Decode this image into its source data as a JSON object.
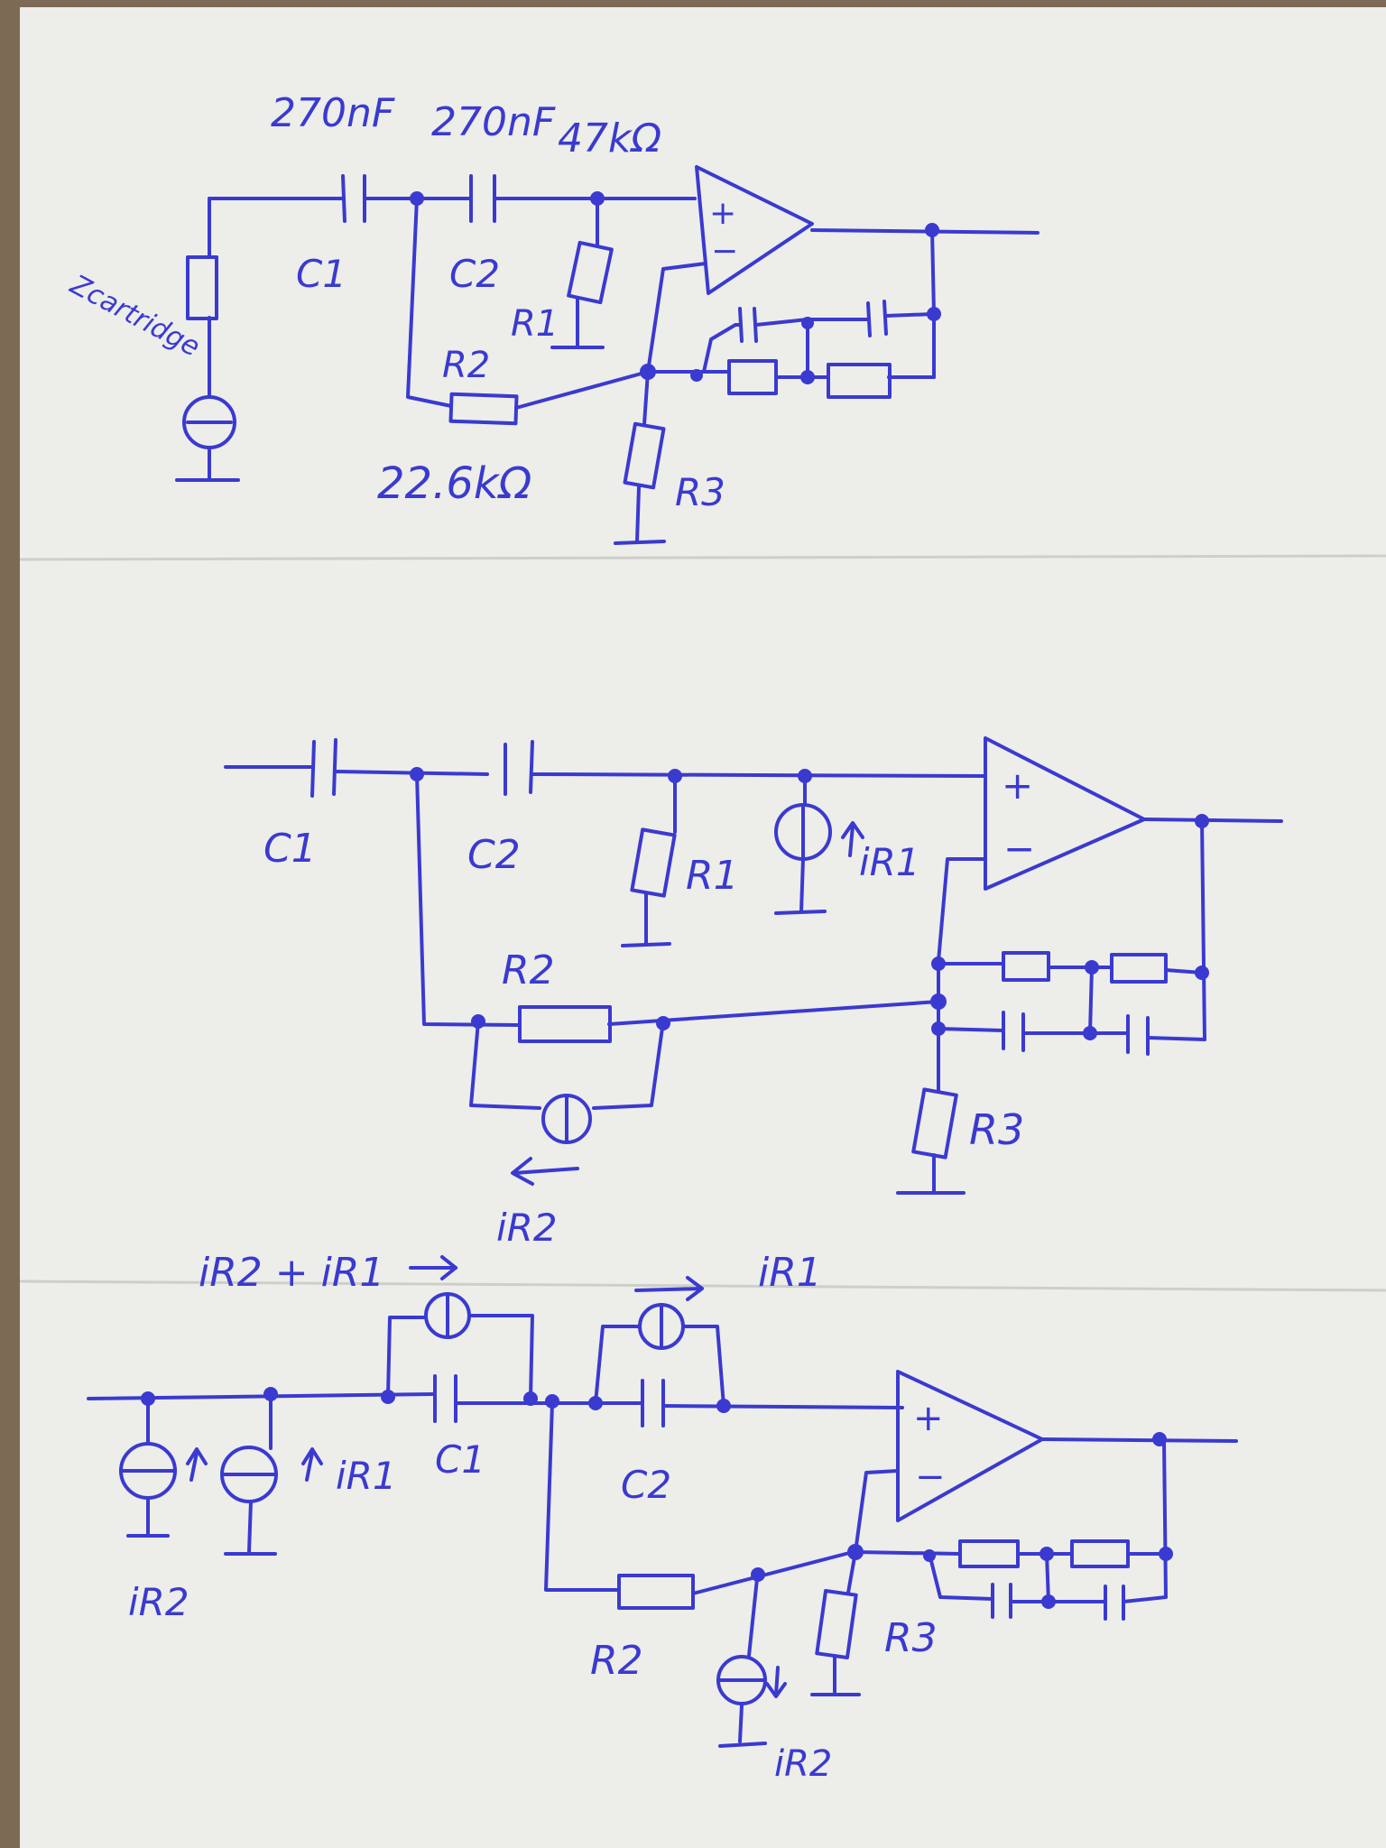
{
  "colors": {
    "ink": "#3a3ad0",
    "paper": "#ededea",
    "background": "#7d6a55"
  },
  "circuit1": {
    "labels": {
      "c1_value": "270nF",
      "c2_value": "270nF",
      "r1_value": "47kΩ",
      "c1": "C1",
      "c2": "C2",
      "r1": "R1",
      "r2": "R2",
      "r3": "R3",
      "r2_value": "22.6kΩ",
      "source": "Zcartridge",
      "plus": "+",
      "minus": "−"
    }
  },
  "circuit2": {
    "labels": {
      "c1": "C1",
      "c2": "C2",
      "r1": "R1",
      "r2": "R2",
      "r3": "R3",
      "i_r1": "iR1",
      "i_r2": "iR2",
      "plus": "+",
      "minus": "−"
    }
  },
  "circuit3": {
    "labels": {
      "i_sum": "iR2 + iR1",
      "i_r1_top": "iR1",
      "i_r1_left": "iR1",
      "i_r2_left": "iR2",
      "i_r2_bottom": "iR2",
      "c1": "C1",
      "c2": "C2",
      "r2": "R2",
      "r3": "R3",
      "plus": "+",
      "minus": "−"
    }
  }
}
